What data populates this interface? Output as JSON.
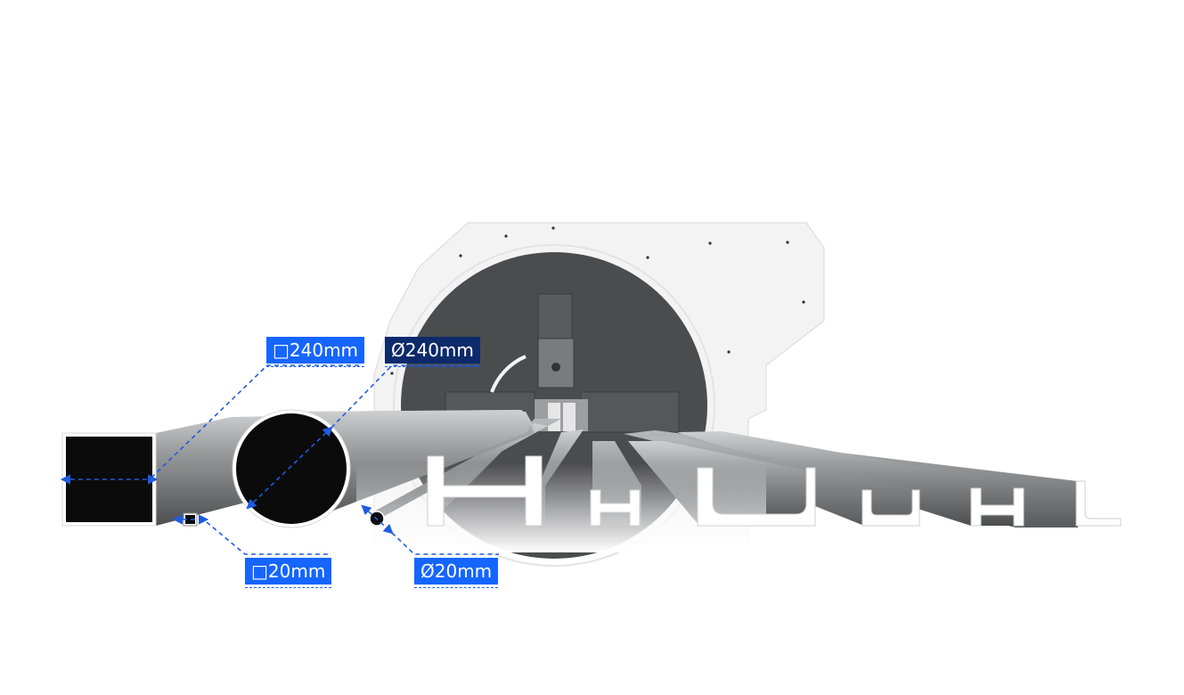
{
  "labels": {
    "square_max": "□240mm",
    "round_max": "Ø240mm",
    "square_min": "□20mm",
    "round_min": "Ø20mm"
  },
  "colors": {
    "accent_blue": "#1565ff",
    "accent_navy": "#0d2a6b",
    "dimension_line": "#1f5be0",
    "machine_face": "#4a4b4d",
    "machine_frame": "#f2f2f2",
    "profile_section": "#ffffff",
    "tube_section": "#0b0b0b"
  },
  "profiles": [
    "square-tube",
    "round-tube",
    "i-beam",
    "h-beam",
    "channel",
    "channel",
    "h-beam",
    "angle"
  ]
}
